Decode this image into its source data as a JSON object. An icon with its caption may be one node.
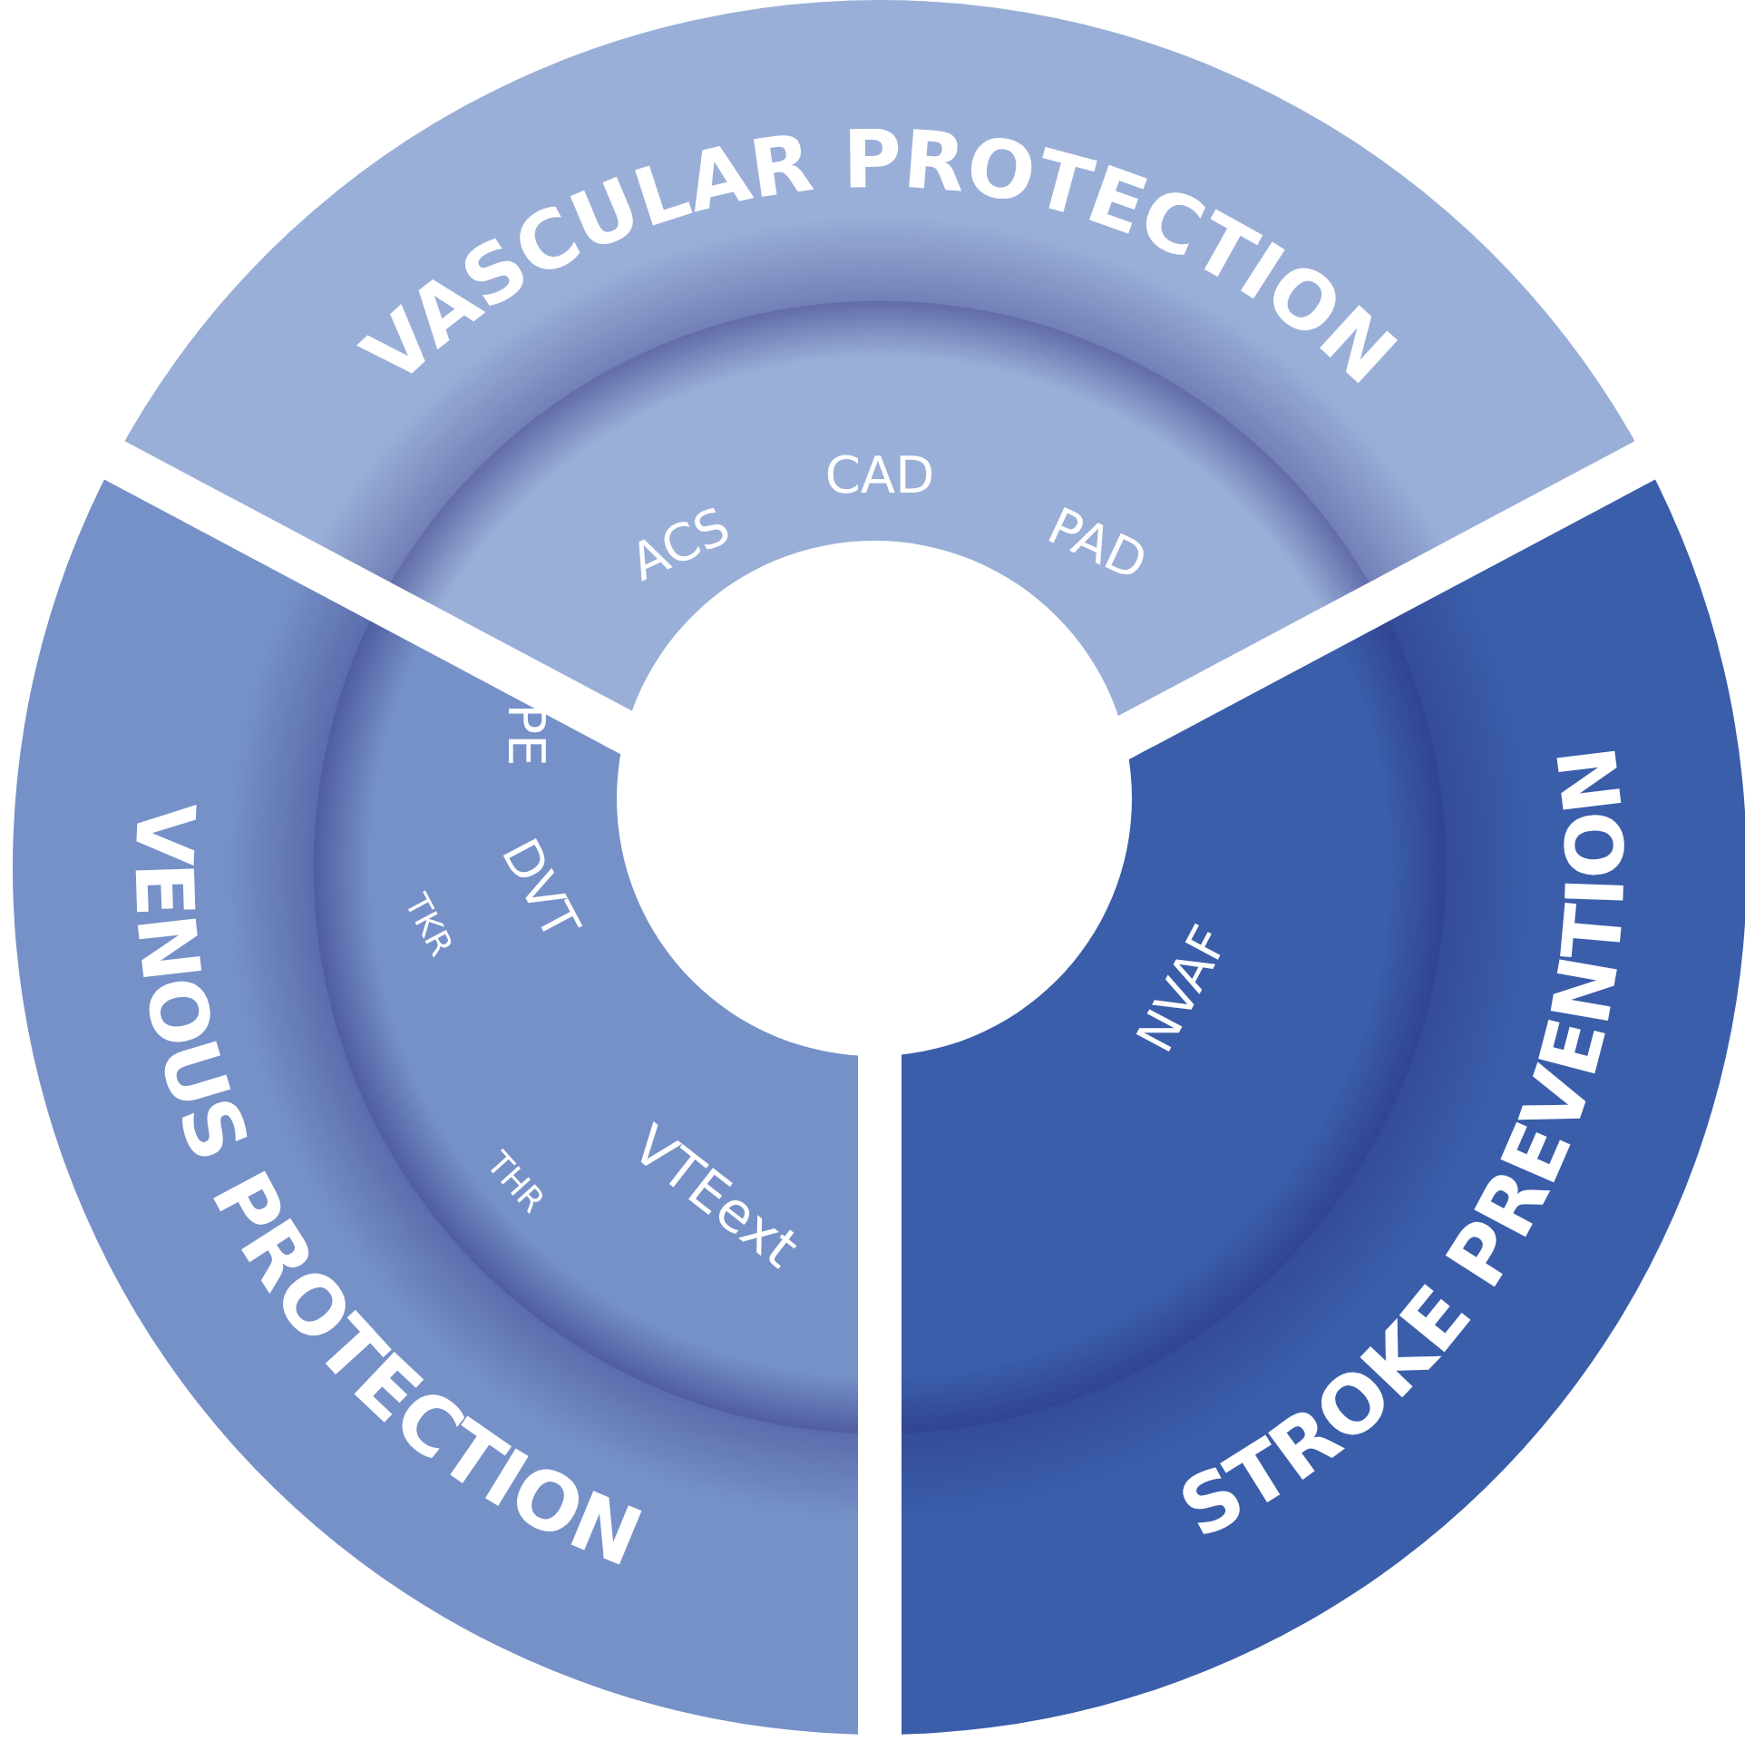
{
  "diagram": {
    "nodes": [
      {
        "text": [
          "VASCULAR PROTECTION",
          "ACS",
          "CAD",
          "PAD"
        ]
      },
      {
        "text": [
          "VENOUS PROTECTION",
          "PE",
          "DVT",
          "TKR",
          "THR",
          "VTEext"
        ]
      },
      {
        "text": [
          "STROKE PREVENTION",
          "NVAF"
        ]
      },
      {
        "text": [],
        "shape": "circle"
      }
    ]
  }
}
